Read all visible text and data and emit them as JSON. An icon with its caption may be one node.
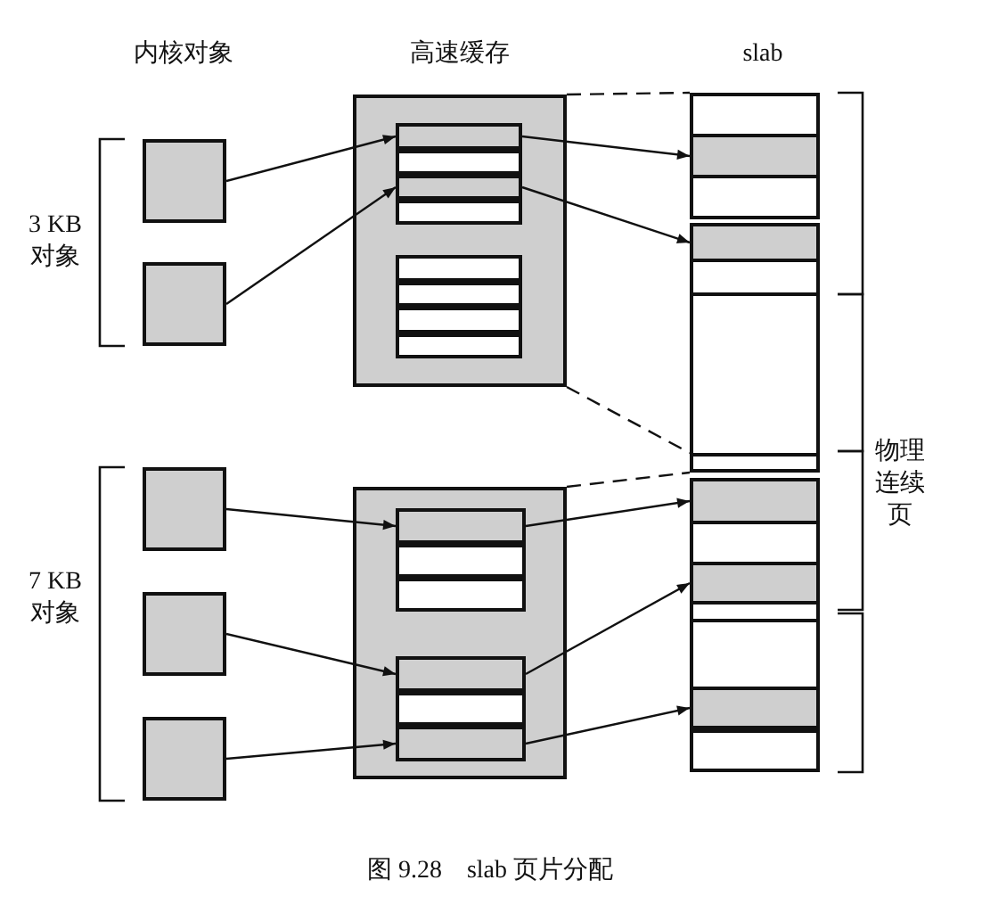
{
  "diagram": {
    "caption": "图 9.28　slab 页片分配",
    "nodes": [
      {
        "text": [],
        "shape": "box"
      },
      {
        "text": [],
        "shape": "box"
      },
      {
        "text": [],
        "shape": "box"
      },
      {
        "text": [],
        "shape": "box"
      },
      {
        "text": [],
        "shape": "box"
      },
      {
        "text": [],
        "shape": "box"
      },
      {
        "text": [],
        "shape": "box",
        "in": 5
      },
      {
        "text": [],
        "shape": "box",
        "in": 5
      },
      {
        "text": [],
        "shape": "box",
        "in": 5
      },
      {
        "text": [],
        "shape": "box",
        "in": 5
      },
      {
        "text": [],
        "shape": "box",
        "in": 5
      },
      {
        "text": [],
        "shape": "box",
        "in": 5
      },
      {
        "text": [],
        "shape": "box",
        "in": 5
      },
      {
        "text": [],
        "shape": "box",
        "in": 5
      },
      {
        "text": [],
        "shape": "box"
      },
      {
        "text": [],
        "shape": "box",
        "in": 14
      },
      {
        "text": [],
        "shape": "box",
        "in": 14
      },
      {
        "text": [],
        "shape": "box",
        "in": 14
      },
      {
        "text": [],
        "shape": "box",
        "in": 14
      },
      {
        "text": [],
        "shape": "box",
        "in": 14
      },
      {
        "text": [],
        "shape": "box",
        "in": 14
      },
      {
        "text": [],
        "shape": "box"
      },
      {
        "text": [],
        "shape": "box"
      },
      {
        "text": [],
        "shape": "box"
      },
      {
        "text": [],
        "shape": "box"
      },
      {
        "text": [],
        "shape": "box"
      },
      {
        "text": [],
        "shape": "box"
      },
      {
        "text": [],
        "shape": "box"
      },
      {
        "text": [],
        "shape": "box"
      },
      {
        "text": [],
        "shape": "box"
      },
      {
        "text": [],
        "shape": "box"
      },
      {
        "text": [],
        "shape": "box"
      },
      {
        "text": [],
        "shape": "box"
      },
      {
        "text": [],
        "shape": "box"
      },
      {
        "text": [],
        "shape": "box"
      }
    ],
    "edges": [
      {
        "from": 0,
        "to": 6,
        "arrow": "to"
      },
      {
        "from": 1,
        "to": 8,
        "arrow": "to"
      },
      {
        "from": 6,
        "to": 22,
        "arrow": "to"
      },
      {
        "from": 8,
        "to": 24,
        "arrow": "to"
      },
      {
        "from": 2,
        "to": 15,
        "arrow": "to"
      },
      {
        "from": 15,
        "to": 28,
        "arrow": "to"
      },
      {
        "from": 3,
        "to": 18,
        "arrow": "to"
      },
      {
        "from": 18,
        "to": 30,
        "arrow": "to"
      },
      {
        "from": 4,
        "to": 20,
        "arrow": "to"
      },
      {
        "from": 20,
        "to": 33,
        "arrow": "to"
      },
      {
        "from": 5,
        "to": 21,
        "arrow": "none",
        "style": "dashed"
      },
      {
        "from": 5,
        "to": 27,
        "arrow": "none",
        "style": "dashed"
      },
      {
        "from": 14,
        "to": 27,
        "arrow": "none",
        "style": "dashed"
      }
    ],
    "labels": [
      "内核对象",
      "高速缓存",
      "slab",
      "3 KB 对象",
      "物理连续页",
      "7 KB 对象"
    ]
  }
}
